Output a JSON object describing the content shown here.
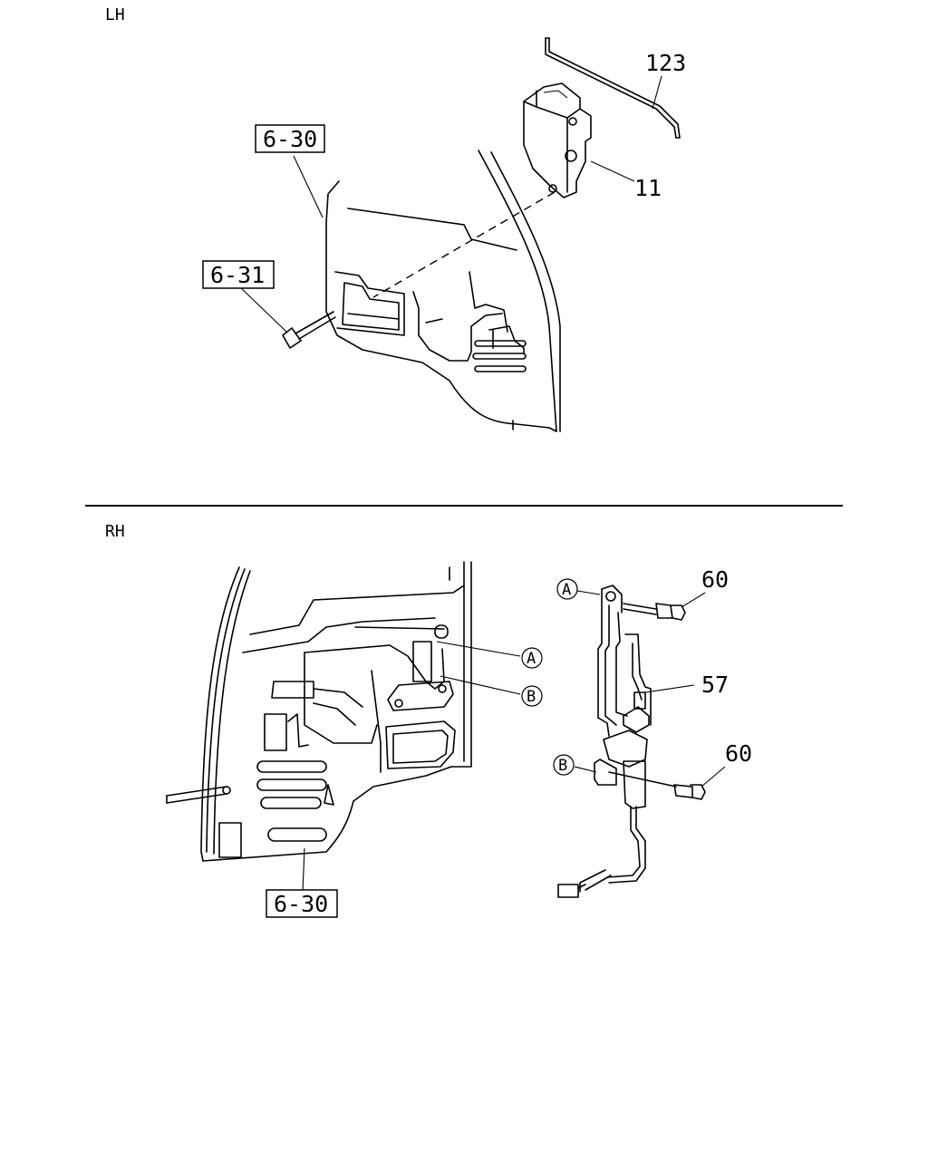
{
  "sections": {
    "lh": {
      "label": "LH"
    },
    "rh": {
      "label": "RH"
    }
  },
  "callouts": {
    "lh_door_trim": "6-30",
    "lh_screw": "6-31",
    "lh_rod": "123",
    "lh_actuator": "11",
    "rh_door_trim": "6-30",
    "rh_actuator": "57",
    "rh_bolt_upper": "60",
    "rh_bolt_lower": "60"
  },
  "markers": {
    "a_door": "A",
    "b_door": "B",
    "a_part": "A",
    "b_part": "B"
  }
}
